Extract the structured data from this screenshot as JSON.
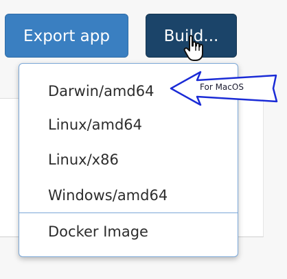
{
  "toolbar": {
    "export_label": "Export app",
    "build_label": "Build..."
  },
  "build_menu": {
    "items": [
      {
        "label": "Darwin/amd64"
      },
      {
        "label": "Linux/amd64"
      },
      {
        "label": "Linux/x86"
      },
      {
        "label": "Windows/amd64"
      },
      {
        "label": "Docker Image"
      }
    ]
  },
  "annotation": {
    "text": "For MacOS"
  },
  "icons": {
    "cursor": "hand-pointer-icon",
    "callout": "arrow-left-icon"
  },
  "colors": {
    "export_button": "#3a7fc1",
    "build_button": "#1b4469",
    "menu_border": "#7aa6d6",
    "callout_stroke": "#1a2bd6"
  }
}
